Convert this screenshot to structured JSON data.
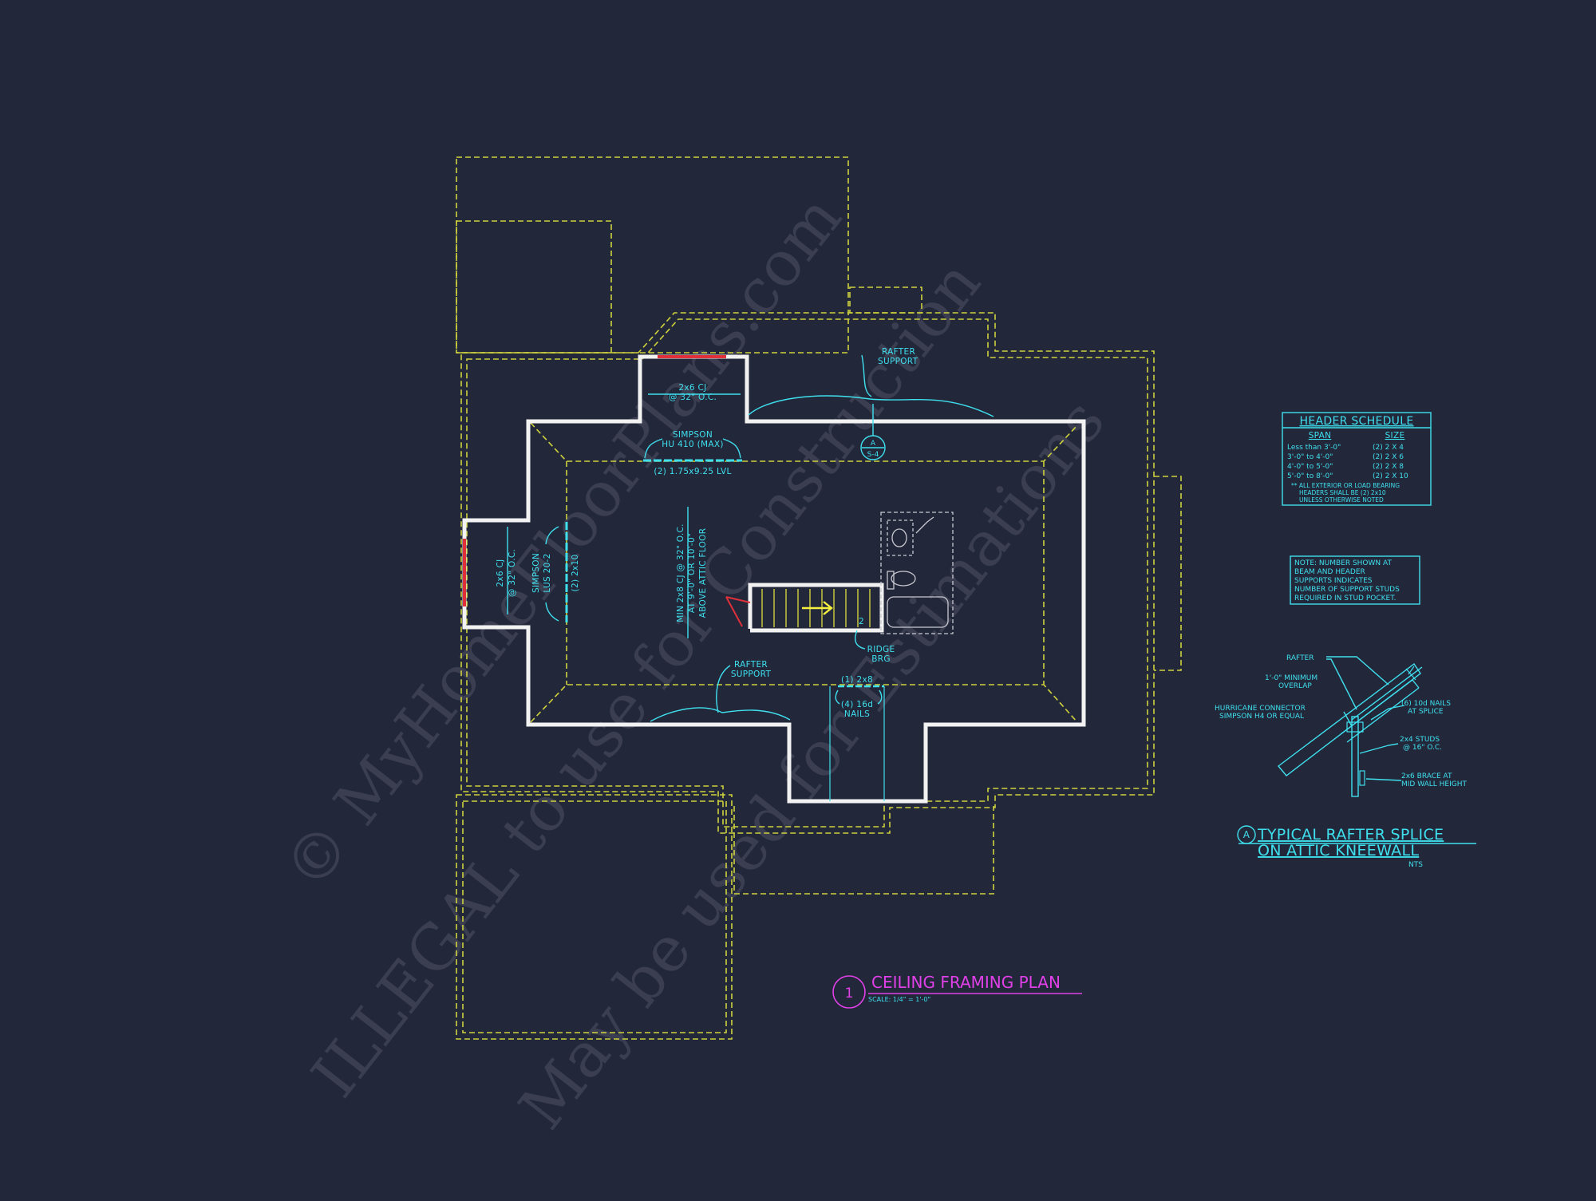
{
  "watermark": {
    "line1": "© MyHomeFloorPlans.com",
    "line2": "ILLEGAL to use for Construction",
    "line3": "May be used for Estimations"
  },
  "plan_labels": {
    "rafter_support_top": [
      "RAFTER",
      "SUPPORT"
    ],
    "cj_top": [
      "2x6 CJ",
      "@ 32\" O.C."
    ],
    "simpson_top": [
      "SIMPSON",
      "HU 410 (MAX)"
    ],
    "lvl": "(2) 1.75x9.25 LVL",
    "section_bubble": [
      "A",
      "S-4"
    ],
    "cj_left": [
      "2x6 CJ",
      "@ 32\" O.C."
    ],
    "simpson_left": [
      "SIMPSON",
      "LUS 20-2"
    ],
    "left_2x10": "(2) 2x10",
    "min_cj": [
      "MIN 2x8 CJ @ 32\" O.C.",
      "AT 9'-0\" OR 10'-0\"",
      "ABOVE ATTIC FLOOR"
    ],
    "ridge_brg": [
      "RIDGE",
      "BRG"
    ],
    "rafter_support_bottom": [
      "RAFTER",
      "SUPPORT"
    ],
    "brace_2x8": "(1) 2x8",
    "nails_16d": [
      "(4) 16d",
      "NAILS"
    ],
    "support_count": "2"
  },
  "header_schedule": {
    "title": "HEADER SCHEDULE",
    "col_span": "SPAN",
    "col_size": "SIZE",
    "rows": [
      {
        "span": "Less than 3'-0\"",
        "size": "(2) 2 X 4"
      },
      {
        "span": "3'-0\" to 4'-0\"",
        "size": "(2) 2 X 6"
      },
      {
        "span": "4'-0\" to 5'-0\"",
        "size": "(2) 2 X 8"
      },
      {
        "span": "5'-0\" to 8'-0\"",
        "size": "(2) 2 X 10"
      }
    ],
    "note": [
      "** ALL EXTERIOR OR LOAD BEARING",
      "HEADERS SHALL BE (2) 2x10",
      "UNLESS OTHERWISE NOTED"
    ]
  },
  "stud_note": [
    "NOTE: NUMBER SHOWN AT",
    "BEAM AND HEADER",
    "SUPPORTS INDICATES",
    "NUMBER OF SUPPORT STUDS",
    "REQUIRED IN STUD POCKET."
  ],
  "splice_detail": {
    "rafter": "RAFTER",
    "overlap": [
      "1'-0\" MINIMUM",
      "OVERLAP"
    ],
    "hurricane": [
      "HURRICANE CONNECTOR",
      "SIMPSON H4 OR EQUAL"
    ],
    "nails": [
      "(6) 10d NAILS",
      "AT SPLICE"
    ],
    "studs": [
      "2x4 STUDS",
      "@ 16\" O.C."
    ],
    "brace": [
      "2x6 BRACE AT",
      "MID WALL HEIGHT"
    ],
    "title_marker": "A",
    "title_line1": "TYPICAL RAFTER SPLICE",
    "title_line2": "ON ATTIC KNEEWALL",
    "scale": "NTS"
  },
  "drawing_title": {
    "number": "1",
    "title": "CEILING FRAMING PLAN",
    "scale": "SCALE: 1/4\" = 1'-0\""
  },
  "colors": {
    "background": "#23273a",
    "roof_outline": "#cfd23c",
    "walls": "#f2f2f2",
    "annotation": "#3ee0ee",
    "title": "#e040e8",
    "window": "#e0303a"
  }
}
